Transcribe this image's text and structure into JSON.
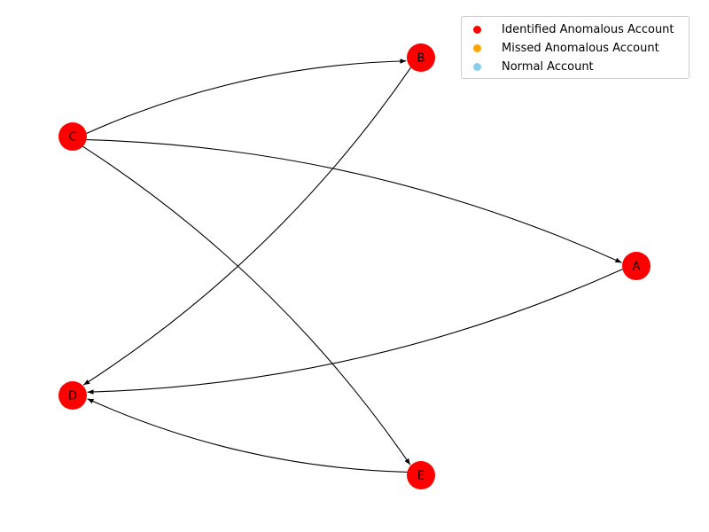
{
  "graph": {
    "nodes": [
      {
        "id": "A",
        "label": "A",
        "category": "identified"
      },
      {
        "id": "B",
        "label": "B",
        "category": "identified"
      },
      {
        "id": "C",
        "label": "C",
        "category": "identified"
      },
      {
        "id": "D",
        "label": "D",
        "category": "identified"
      },
      {
        "id": "E",
        "label": "E",
        "category": "identified"
      }
    ],
    "edges": [
      {
        "from": "C",
        "to": "B"
      },
      {
        "from": "C",
        "to": "A"
      },
      {
        "from": "C",
        "to": "E"
      },
      {
        "from": "B",
        "to": "D"
      },
      {
        "from": "A",
        "to": "D"
      },
      {
        "from": "E",
        "to": "D"
      }
    ],
    "edge_color": "#000000",
    "label_color": "#000000"
  },
  "legend": {
    "items": [
      {
        "label": "Identified Anomalous Account",
        "color": "#ff0000"
      },
      {
        "label": "Missed Anomalous Account",
        "color": "#ffa500"
      },
      {
        "label": "Normal Account",
        "color": "#87ceeb"
      }
    ]
  }
}
